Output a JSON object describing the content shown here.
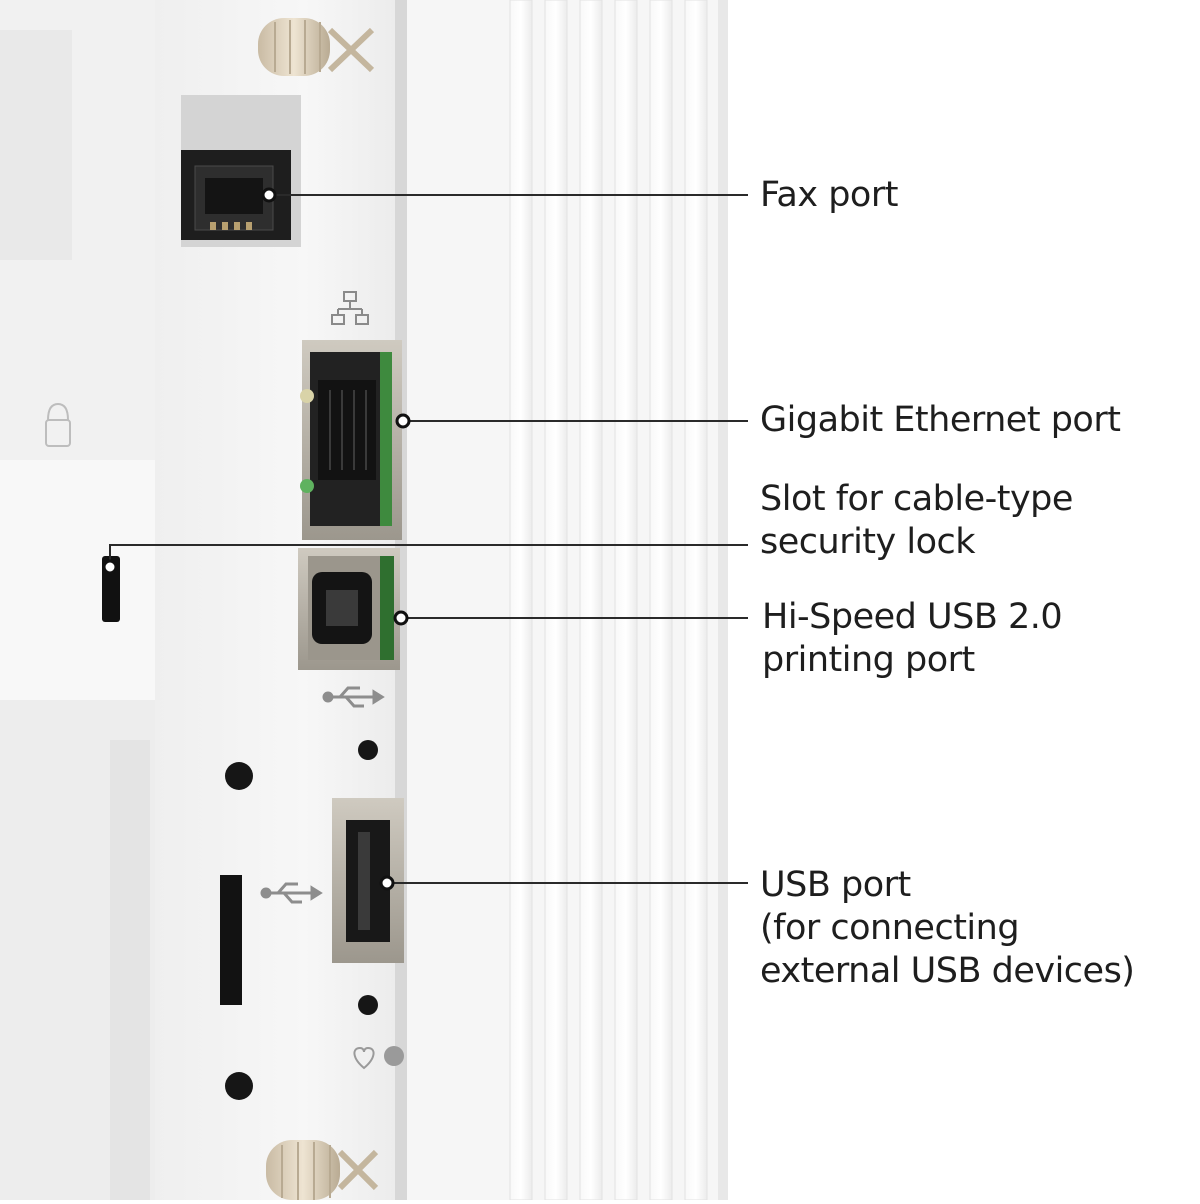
{
  "callouts": {
    "fax": {
      "line1": "Fax port"
    },
    "ethernet": {
      "line1": "Gigabit Ethernet port"
    },
    "lock": {
      "line1": "Slot for cable-type",
      "line2": "security lock"
    },
    "usb_printing": {
      "line1": "Hi-Speed USB 2.0",
      "line2": "printing port"
    },
    "usb_host": {
      "line1": "USB port",
      "line2": "(for connecting",
      "line3": "external USB devices)"
    }
  },
  "icons": [
    "network-icon",
    "usb-icon",
    "usb-icon",
    "lock-icon",
    "heart-icon",
    "thumbscrew-icon"
  ],
  "colors": {
    "panel": "#f4f4f4",
    "panel_shadow": "#dcdcdc",
    "rib": "#e6e6e6",
    "port_dark": "#1c1c1c",
    "port_metal": "#a9a49a",
    "ethernet_green": "#3e8a3e",
    "leader": "#2a2a2a",
    "text": "#1e1e1e"
  }
}
